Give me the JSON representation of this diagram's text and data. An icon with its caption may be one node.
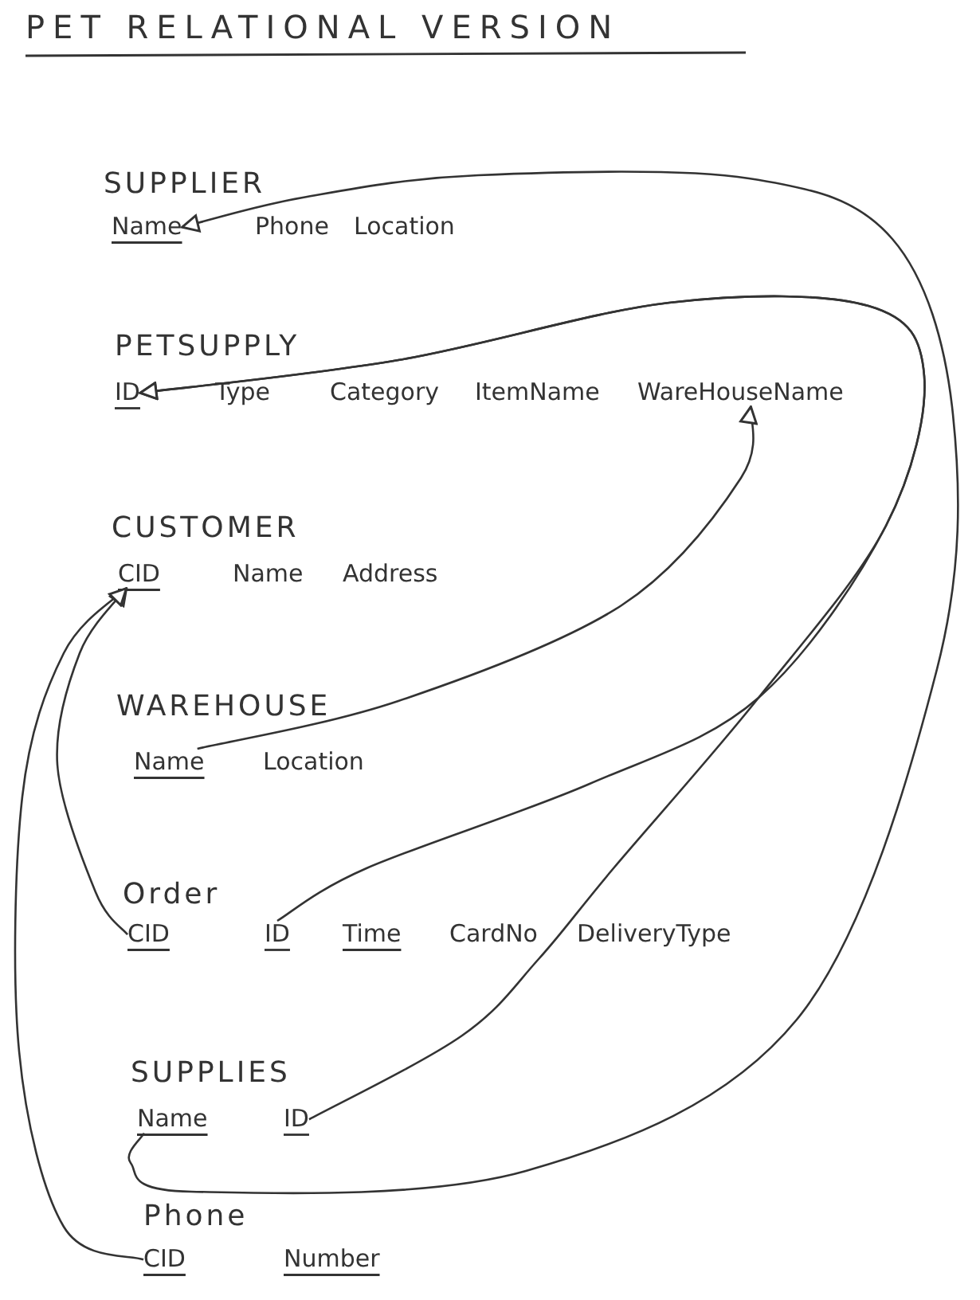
{
  "diagram": {
    "title": "PET RELATIONAL VERSION",
    "nodes": [
      {
        "text": [
          "SUPPLIER"
        ]
      },
      {
        "text": [
          "Name"
        ]
      },
      {
        "text": [
          "Phone"
        ]
      },
      {
        "text": [
          "Location"
        ]
      },
      {
        "text": [
          "PETSUPPLY"
        ]
      },
      {
        "text": [
          "ID"
        ]
      },
      {
        "text": [
          "Type"
        ]
      },
      {
        "text": [
          "Category"
        ]
      },
      {
        "text": [
          "ItemName"
        ]
      },
      {
        "text": [
          "WareHouseName"
        ]
      },
      {
        "text": [
          "CUSTOMER"
        ]
      },
      {
        "text": [
          "CID"
        ]
      },
      {
        "text": [
          "Name"
        ]
      },
      {
        "text": [
          "Address"
        ]
      },
      {
        "text": [
          "WAREHOUSE"
        ]
      },
      {
        "text": [
          "Name"
        ]
      },
      {
        "text": [
          "Location"
        ]
      },
      {
        "text": [
          "Order"
        ]
      },
      {
        "text": [
          "CID"
        ]
      },
      {
        "text": [
          "ID"
        ]
      },
      {
        "text": [
          "Time"
        ]
      },
      {
        "text": [
          "CardNo"
        ]
      },
      {
        "text": [
          "DeliveryType"
        ]
      },
      {
        "text": [
          "SUPPLIES"
        ]
      },
      {
        "text": [
          "Name"
        ]
      },
      {
        "text": [
          "ID"
        ]
      },
      {
        "text": [
          "Phone"
        ]
      },
      {
        "text": [
          "CID"
        ]
      },
      {
        "text": [
          "Number"
        ]
      }
    ],
    "edges": [
      {
        "from": 24,
        "to": 1,
        "arrow": "to"
      },
      {
        "from": 19,
        "to": 5,
        "arrow": "to"
      },
      {
        "from": 25,
        "to": 5,
        "arrow": "to"
      },
      {
        "from": 15,
        "to": 9,
        "arrow": "to"
      },
      {
        "from": 18,
        "to": 11,
        "arrow": "to"
      },
      {
        "from": 27,
        "to": 11,
        "arrow": "to"
      }
    ]
  }
}
